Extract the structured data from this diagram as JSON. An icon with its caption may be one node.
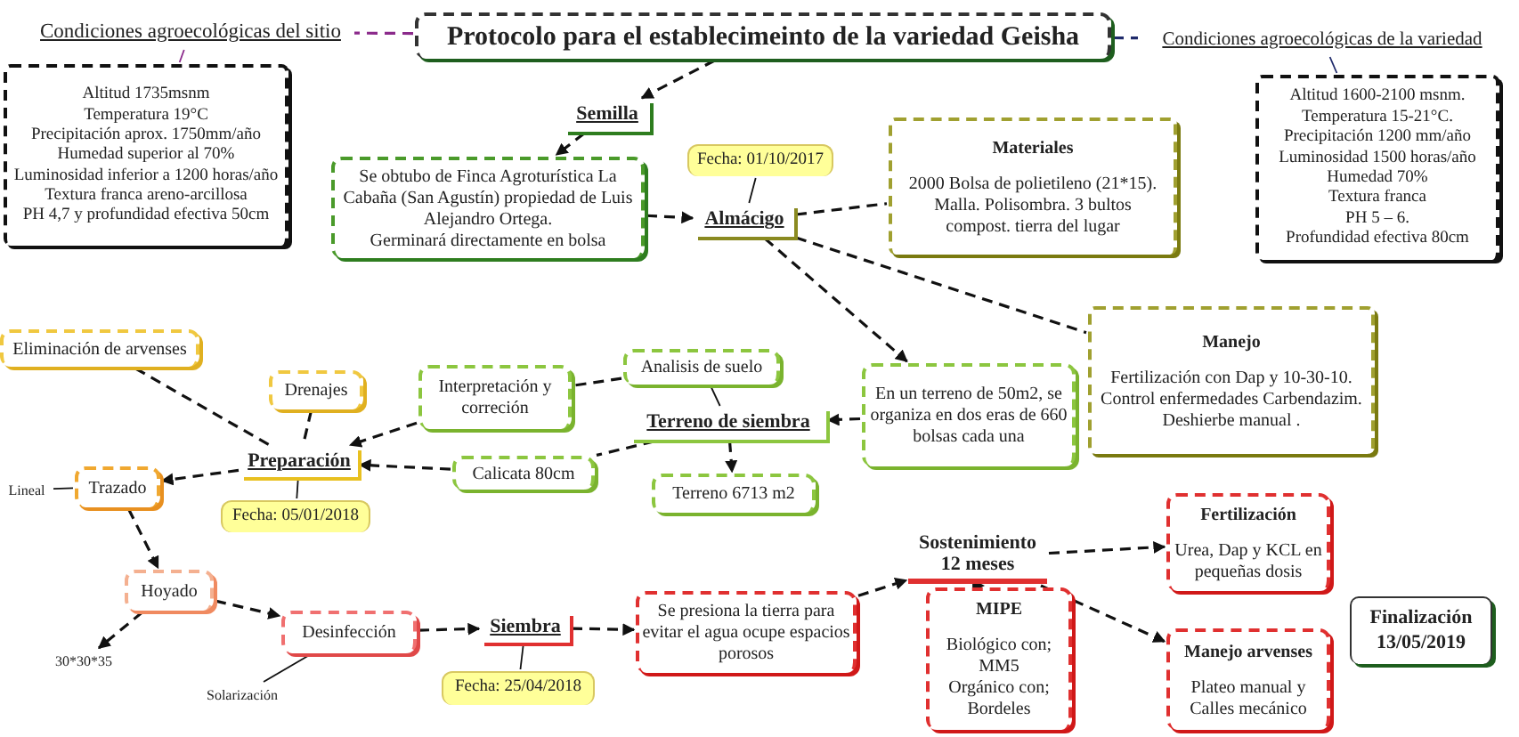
{
  "diagram": {
    "nodes": [
      {
        "text": [
          "Protocolo para el establecimeinto de la variedad Geisha"
        ]
      },
      {
        "text": [
          "Condiciones agroecológicas del sitio"
        ]
      },
      {
        "text": [
          "Altitud 1735msnm",
          "Temperatura 19°C",
          "Precipitación aprox. 1750mm/año",
          "Humedad superior al 70%",
          "Luminosidad inferior a 1200 horas/año",
          "Textura franca areno-arcillosa",
          "PH 4,7 y profundidad efectiva 50cm"
        ]
      },
      {
        "text": [
          "Condiciones agroecológicas de la variedad"
        ]
      },
      {
        "text": [
          "Altitud 1600-2100 msnm.",
          "Temperatura 15-21°C.",
          "Precipitación 1200 mm/año",
          "Luminosidad 1500 horas/año",
          "Humedad  70%",
          "Textura franca",
          "PH 5 – 6.",
          "Profundidad efectiva 80cm"
        ]
      },
      {
        "text": [
          "Semilla"
        ]
      },
      {
        "text": [
          "Se obtubo de Finca Agroturística La Cabaña (San Agustín) propiedad de Luis Alejandro Ortega.",
          "Germinará directamente en bolsa"
        ]
      },
      {
        "text": [
          "Almácigo"
        ]
      },
      {
        "text": [
          "Fecha: 01/10/2017"
        ]
      },
      {
        "text": [
          "Materiales",
          "2000 Bolsa de polietileno (21*15).",
          "Malla. Polisombra. 3 bultos",
          "compost. tierra del lugar"
        ]
      },
      {
        "text": [
          "Manejo",
          "Fertilización con Dap y 10-30-10.",
          "Control enfermedades Carbendazim.",
          "Deshierbe manual ."
        ]
      },
      {
        "text": [
          "En un terreno de 50m2, se organiza en dos eras de 660 bolsas cada una"
        ]
      },
      {
        "text": [
          "Terreno de siembra"
        ]
      },
      {
        "text": [
          "Analisis de suelo"
        ]
      },
      {
        "text": [
          "Interpretación y correción"
        ]
      },
      {
        "text": [
          "Calicata 80cm"
        ]
      },
      {
        "text": [
          "Terreno 6713 m2"
        ]
      },
      {
        "text": [
          "Preparación"
        ]
      },
      {
        "text": [
          "Fecha: 05/01/2018"
        ]
      },
      {
        "text": [
          "Eliminación de arvenses"
        ]
      },
      {
        "text": [
          "Drenajes"
        ]
      },
      {
        "text": [
          "Trazado"
        ]
      },
      {
        "text": [
          "Lineal"
        ]
      },
      {
        "text": [
          "Hoyado"
        ]
      },
      {
        "text": [
          "30*30*35"
        ]
      },
      {
        "text": [
          "Desinfección"
        ]
      },
      {
        "text": [
          "Solarización"
        ]
      },
      {
        "text": [
          "Siembra"
        ]
      },
      {
        "text": [
          "Fecha: 25/04/2018"
        ]
      },
      {
        "text": [
          "Se presiona la tierra para evitar el agua ocupe espacios porosos"
        ]
      },
      {
        "text": [
          "Sostenimiento 12 meses"
        ]
      },
      {
        "text": [
          "MIPE",
          "Biológico con; MM5",
          "Orgánico con; Bordeles"
        ]
      },
      {
        "text": [
          "Fertilización",
          "Urea, Dap y KCL en pequeñas dosis"
        ]
      },
      {
        "text": [
          "Manejo arvenses",
          "Plateo manual y Calles mecánico"
        ]
      },
      {
        "text": [
          "Finalización 13/05/2019"
        ]
      }
    ],
    "edges": [
      {
        "from": 0,
        "to": 1,
        "arrow": "none",
        "style": "dashed",
        "color": "#8b2a8b"
      },
      {
        "from": 1,
        "to": 2,
        "arrow": "none",
        "color": "#8b2a8b"
      },
      {
        "from": 0,
        "to": 3,
        "arrow": "none",
        "style": "dashed",
        "color": "#1f2a6b"
      },
      {
        "from": 3,
        "to": 4,
        "arrow": "none",
        "color": "#1f2a6b"
      },
      {
        "from": 0,
        "to": 5,
        "arrow": "to",
        "style": "dashed"
      },
      {
        "from": 5,
        "to": 6,
        "arrow": "to",
        "style": "dashed"
      },
      {
        "from": 6,
        "to": 7,
        "arrow": "to",
        "style": "dashed"
      },
      {
        "from": 7,
        "to": 8,
        "arrow": "none"
      },
      {
        "from": 7,
        "to": 9,
        "arrow": "none",
        "style": "dashed"
      },
      {
        "from": 7,
        "to": 10,
        "arrow": "none",
        "style": "dashed"
      },
      {
        "from": 7,
        "to": 11,
        "arrow": "to",
        "style": "dashed"
      },
      {
        "from": 11,
        "to": 12,
        "arrow": "to",
        "style": "dashed"
      },
      {
        "from": 12,
        "to": 13,
        "arrow": "none"
      },
      {
        "from": 13,
        "to": 14,
        "arrow": "none",
        "style": "dashed"
      },
      {
        "from": 14,
        "to": 17,
        "arrow": "to",
        "style": "dashed"
      },
      {
        "from": 12,
        "to": 15,
        "arrow": "none",
        "style": "dashed"
      },
      {
        "from": 15,
        "to": 17,
        "arrow": "to",
        "style": "dashed"
      },
      {
        "from": 12,
        "to": 16,
        "arrow": "to",
        "style": "dashed"
      },
      {
        "from": 17,
        "to": 18,
        "arrow": "none"
      },
      {
        "from": 19,
        "to": 17,
        "arrow": "none",
        "style": "dashed"
      },
      {
        "from": 20,
        "to": 17,
        "arrow": "none",
        "style": "dashed"
      },
      {
        "from": 17,
        "to": 21,
        "arrow": "to",
        "style": "dashed"
      },
      {
        "from": 22,
        "to": 21,
        "arrow": "none"
      },
      {
        "from": 21,
        "to": 23,
        "arrow": "to",
        "style": "dashed"
      },
      {
        "from": 23,
        "to": 24,
        "arrow": "to",
        "style": "dashed"
      },
      {
        "from": 23,
        "to": 25,
        "arrow": "to",
        "style": "dashed"
      },
      {
        "from": 25,
        "to": 26,
        "arrow": "none"
      },
      {
        "from": 25,
        "to": 27,
        "arrow": "to",
        "style": "dashed"
      },
      {
        "from": 27,
        "to": 28,
        "arrow": "none"
      },
      {
        "from": 27,
        "to": 29,
        "arrow": "to",
        "style": "dashed"
      },
      {
        "from": 29,
        "to": 30,
        "arrow": "to",
        "style": "dashed"
      },
      {
        "from": 30,
        "to": 31,
        "arrow": "to"
      },
      {
        "from": 30,
        "to": 32,
        "arrow": "to",
        "style": "dashed"
      },
      {
        "from": 30,
        "to": 33,
        "arrow": "to",
        "style": "dashed"
      }
    ]
  }
}
